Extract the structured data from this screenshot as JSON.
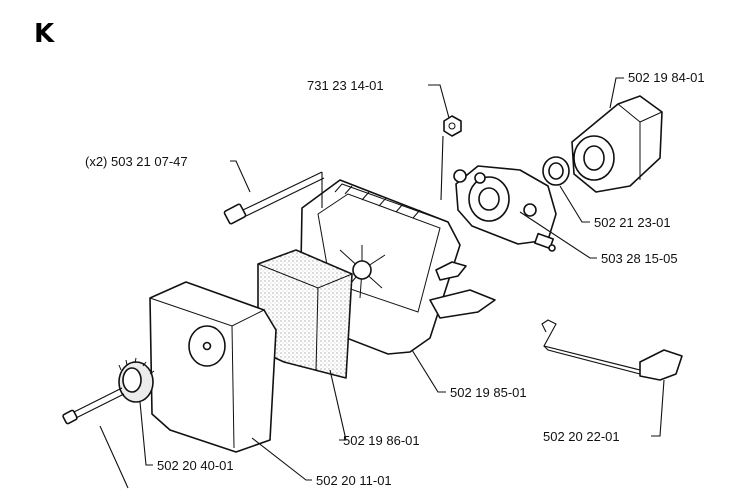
{
  "section_letter": "K",
  "labels": {
    "nut": "731 23 14-01",
    "intake_flange": "502 19 84-01",
    "screw": "(x2) 503 21 07-47",
    "gasket": "502 21 23-01",
    "carburetor": "503 28 15-05",
    "filter_housing": "502 19 85-01",
    "filter_insert": "502 19 86-01",
    "choke_rod": "502 20 22-01",
    "knob": "502 20 40-01",
    "filter_cover": "502 20 11-01"
  }
}
